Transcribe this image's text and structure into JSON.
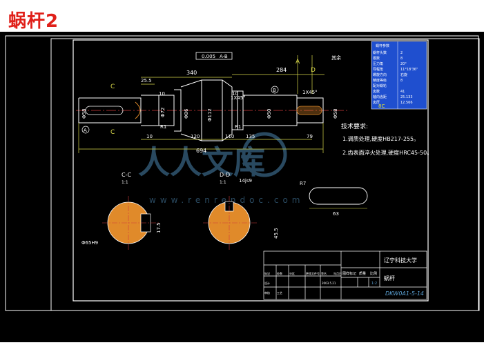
{
  "page": {
    "title": "蜗杆2"
  },
  "colors": {
    "background": "#000000",
    "line": "#ffffff",
    "dimension": "#d9d94a",
    "centerline": "#d23c3c",
    "hatch": "#e08a2a",
    "title_red": "#e0201a",
    "spec_table": "#1f4fcf"
  },
  "drawing": {
    "top_dims": {
      "overall_shaft": "340",
      "offset": "284",
      "left_gap": "25.5",
      "tolerance_frame": "0.005",
      "datum": "A-B",
      "surface_mark": "其余"
    },
    "lower_dims": {
      "d1": "10",
      "d2": "120",
      "d3": "110",
      "d4": "135",
      "d5": "79",
      "total": "694",
      "d6": "10",
      "d7": "10"
    },
    "chamfers": {
      "left": "1X45°",
      "right": "1X45°"
    },
    "radii": {
      "r1": "R1",
      "r2": "R1"
    },
    "diameters": {
      "d_left": "Φ58",
      "d_mid1": "Φ72",
      "d_mid2": "Φ86",
      "d_worm": "Φ112",
      "d_right": "Φ50",
      "d_right2": "Φ58"
    },
    "labels": {
      "A": "A",
      "B": "B",
      "C": "C",
      "D": "D",
      "sec_c": "C-C",
      "sec_d": "D-D"
    },
    "requirements": {
      "title": "技术要求:",
      "items": [
        "1.调质处理,硬度HB217-255。",
        "2.齿表面淬火处理,硬度HRC45-50。"
      ]
    },
    "sections": {
      "left_width": "17.5",
      "left_dia": "Φ65H9",
      "right_width": "14js9",
      "right_height": "45.5",
      "keyway_r": "R7",
      "keyway_len": "63",
      "sec1_scale": "1:1",
      "sec2_scale": "1:1"
    }
  },
  "spec_table": {
    "header": "蜗杆参数",
    "rows": [
      [
        "蜗杆头数",
        "2"
      ],
      [
        "模数",
        "8"
      ],
      [
        "压力角",
        "20°"
      ],
      [
        "导程角",
        "11°18'36\""
      ],
      [
        "螺旋方向",
        "右旋"
      ],
      [
        "精度等级",
        "8"
      ],
      [
        "配对蜗轮",
        ""
      ],
      [
        "齿数",
        "41"
      ],
      [
        "轴向齿距",
        "25.133"
      ],
      [
        "齿厚",
        "12.566"
      ]
    ],
    "mark": "8C"
  },
  "title_block": {
    "school": "辽宁科技大学",
    "part": "蜗杆",
    "drawing_no": "DKW0A1-5-14",
    "scale_label": "图样标记",
    "weight_label": "质量",
    "ratio_label": "比例",
    "ratio": "1:2",
    "row_labels": [
      "标记",
      "处数",
      "分区",
      "更改文件号",
      "签名",
      "年月日"
    ],
    "design": "设计",
    "review": "审核",
    "process": "工艺",
    "date": "2003.5.21"
  },
  "watermark": {
    "text": "人人文库",
    "url": "www.renrendoc.com"
  }
}
